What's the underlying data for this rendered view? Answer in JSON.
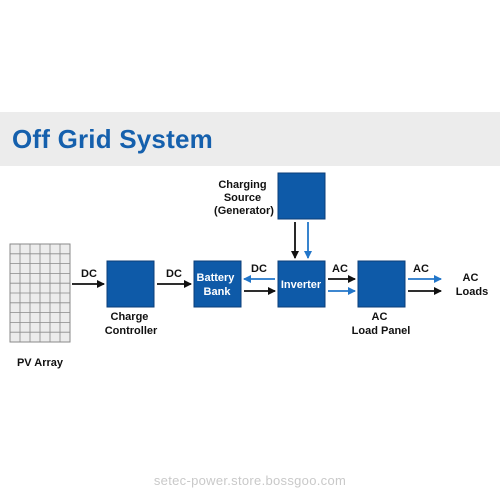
{
  "title": "Off Grid System",
  "colors": {
    "title": "#1560ad",
    "box": "#0e5aa8",
    "box_border": "#0b3e78",
    "blue_arrow": "#2276c9",
    "black_arrow": "#111111",
    "panel_fill": "#ececec",
    "panel_line": "#8a8a8a"
  },
  "nodes": {
    "pv_array": "PV Array",
    "charging_source": [
      "Charging",
      "Source",
      "(Generator)"
    ],
    "charge_controller": [
      "Charge",
      "Controller"
    ],
    "battery_bank": [
      "Battery",
      "Bank"
    ],
    "inverter": "Inverter",
    "ac_load_panel": [
      "AC",
      "Load Panel"
    ],
    "ac_loads": [
      "AC",
      "Loads"
    ]
  },
  "edge_labels": {
    "pv_to_controller": "DC",
    "controller_to_battery": "DC",
    "inverter_to_battery": "DC",
    "inverter_to_panel": "AC",
    "panel_to_loads": "AC"
  },
  "watermark": "setec-power.store.bossgoo.com"
}
